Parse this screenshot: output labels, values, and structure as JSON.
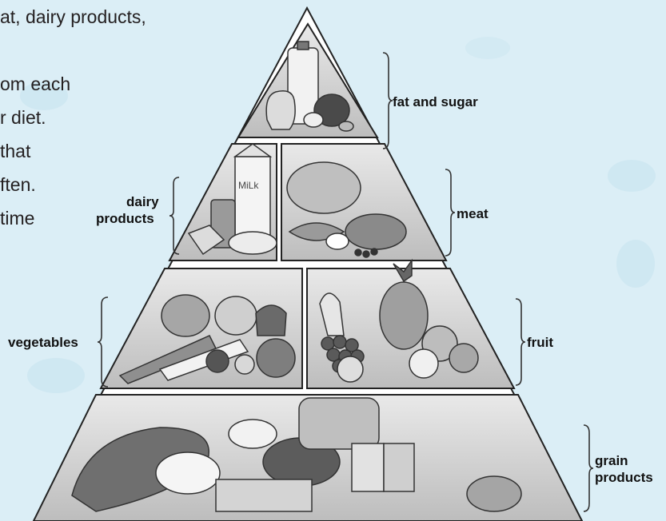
{
  "text_fragments": [
    "at, dairy products,",
    "om each",
    "r diet.",
    "that",
    "ften.",
    "time"
  ],
  "tiers": {
    "top": {
      "label": "fat and sugar"
    },
    "dairy": {
      "label_line1": "dairy",
      "label_line2": "products",
      "carton_text": "MiLk"
    },
    "meat": {
      "label": "meat"
    },
    "vegetables": {
      "label": "vegetables"
    },
    "fruit": {
      "label": "fruit"
    },
    "grain": {
      "label_line1": "grain",
      "label_line2": "products"
    }
  }
}
